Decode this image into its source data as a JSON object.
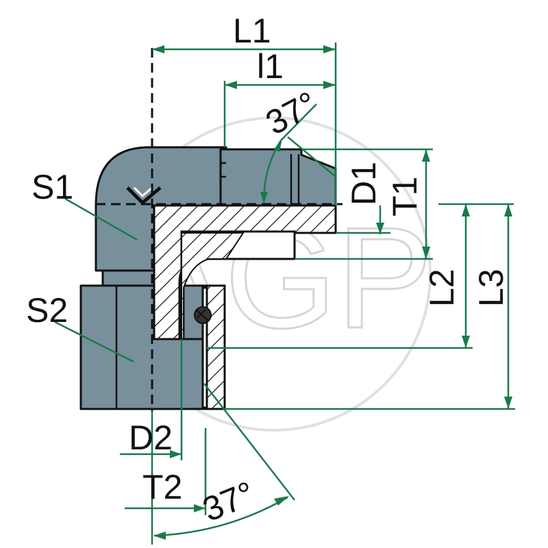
{
  "watermark": "AGP",
  "labels": {
    "L1": "L1",
    "l1": "l1",
    "angle_top": "37°",
    "D1": "D1",
    "T1": "T1",
    "S1": "S1",
    "S2": "S2",
    "L2": "L2",
    "L3": "L3",
    "D2": "D2",
    "T2": "T2",
    "angle_bottom": "37°"
  },
  "colors": {
    "body": "#78909c",
    "dimension_line": "#1a7a4a",
    "watermark": "#d6d6d6",
    "outline": "#111111"
  }
}
